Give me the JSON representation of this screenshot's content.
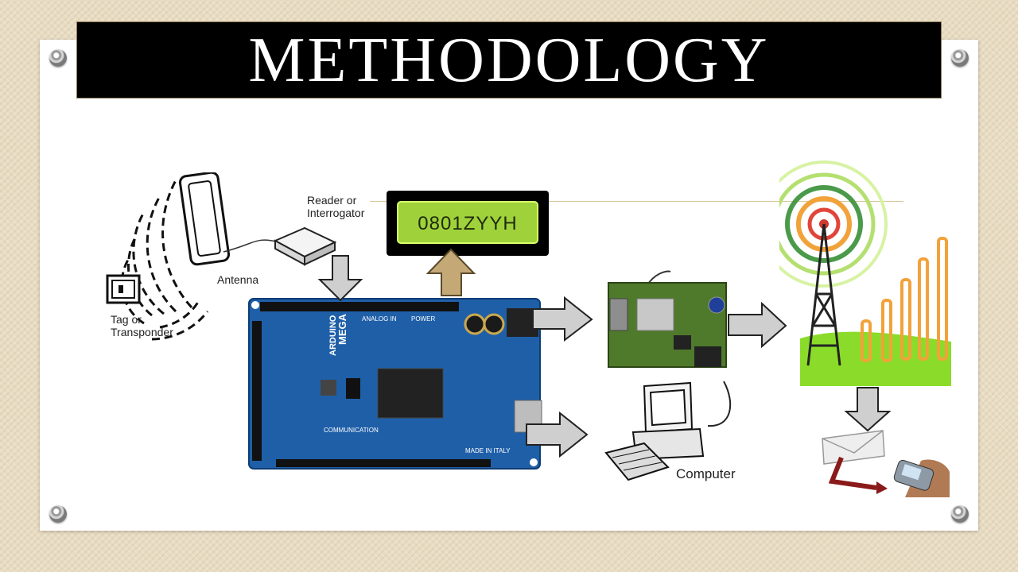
{
  "title": "METHODOLOGY",
  "rfid": {
    "reader_label_1": "Reader or",
    "reader_label_2": "Interrogator",
    "antenna_label": "Antenna",
    "tag_label_1": "Tag or",
    "tag_label_2": "Transponder"
  },
  "lcd": {
    "text": "0801ZYYH"
  },
  "arduino": {
    "brand": "ARDUINO",
    "model": "MEGA",
    "pin_header_label": "ANALOG IN",
    "power_label": "POWER",
    "comm_label": "COMMUNICATION",
    "made_label": "MADE IN ITALY"
  },
  "computer": {
    "label": "Computer"
  },
  "colors": {
    "arrow_fill": "#cfcfcf",
    "up_arrow_fill": "#c4a977",
    "board_blue": "#1f5fa8",
    "lcd_green": "#9fd23a",
    "hill_green": "#8bdc2a",
    "tower_orange": "#f2a23a"
  }
}
